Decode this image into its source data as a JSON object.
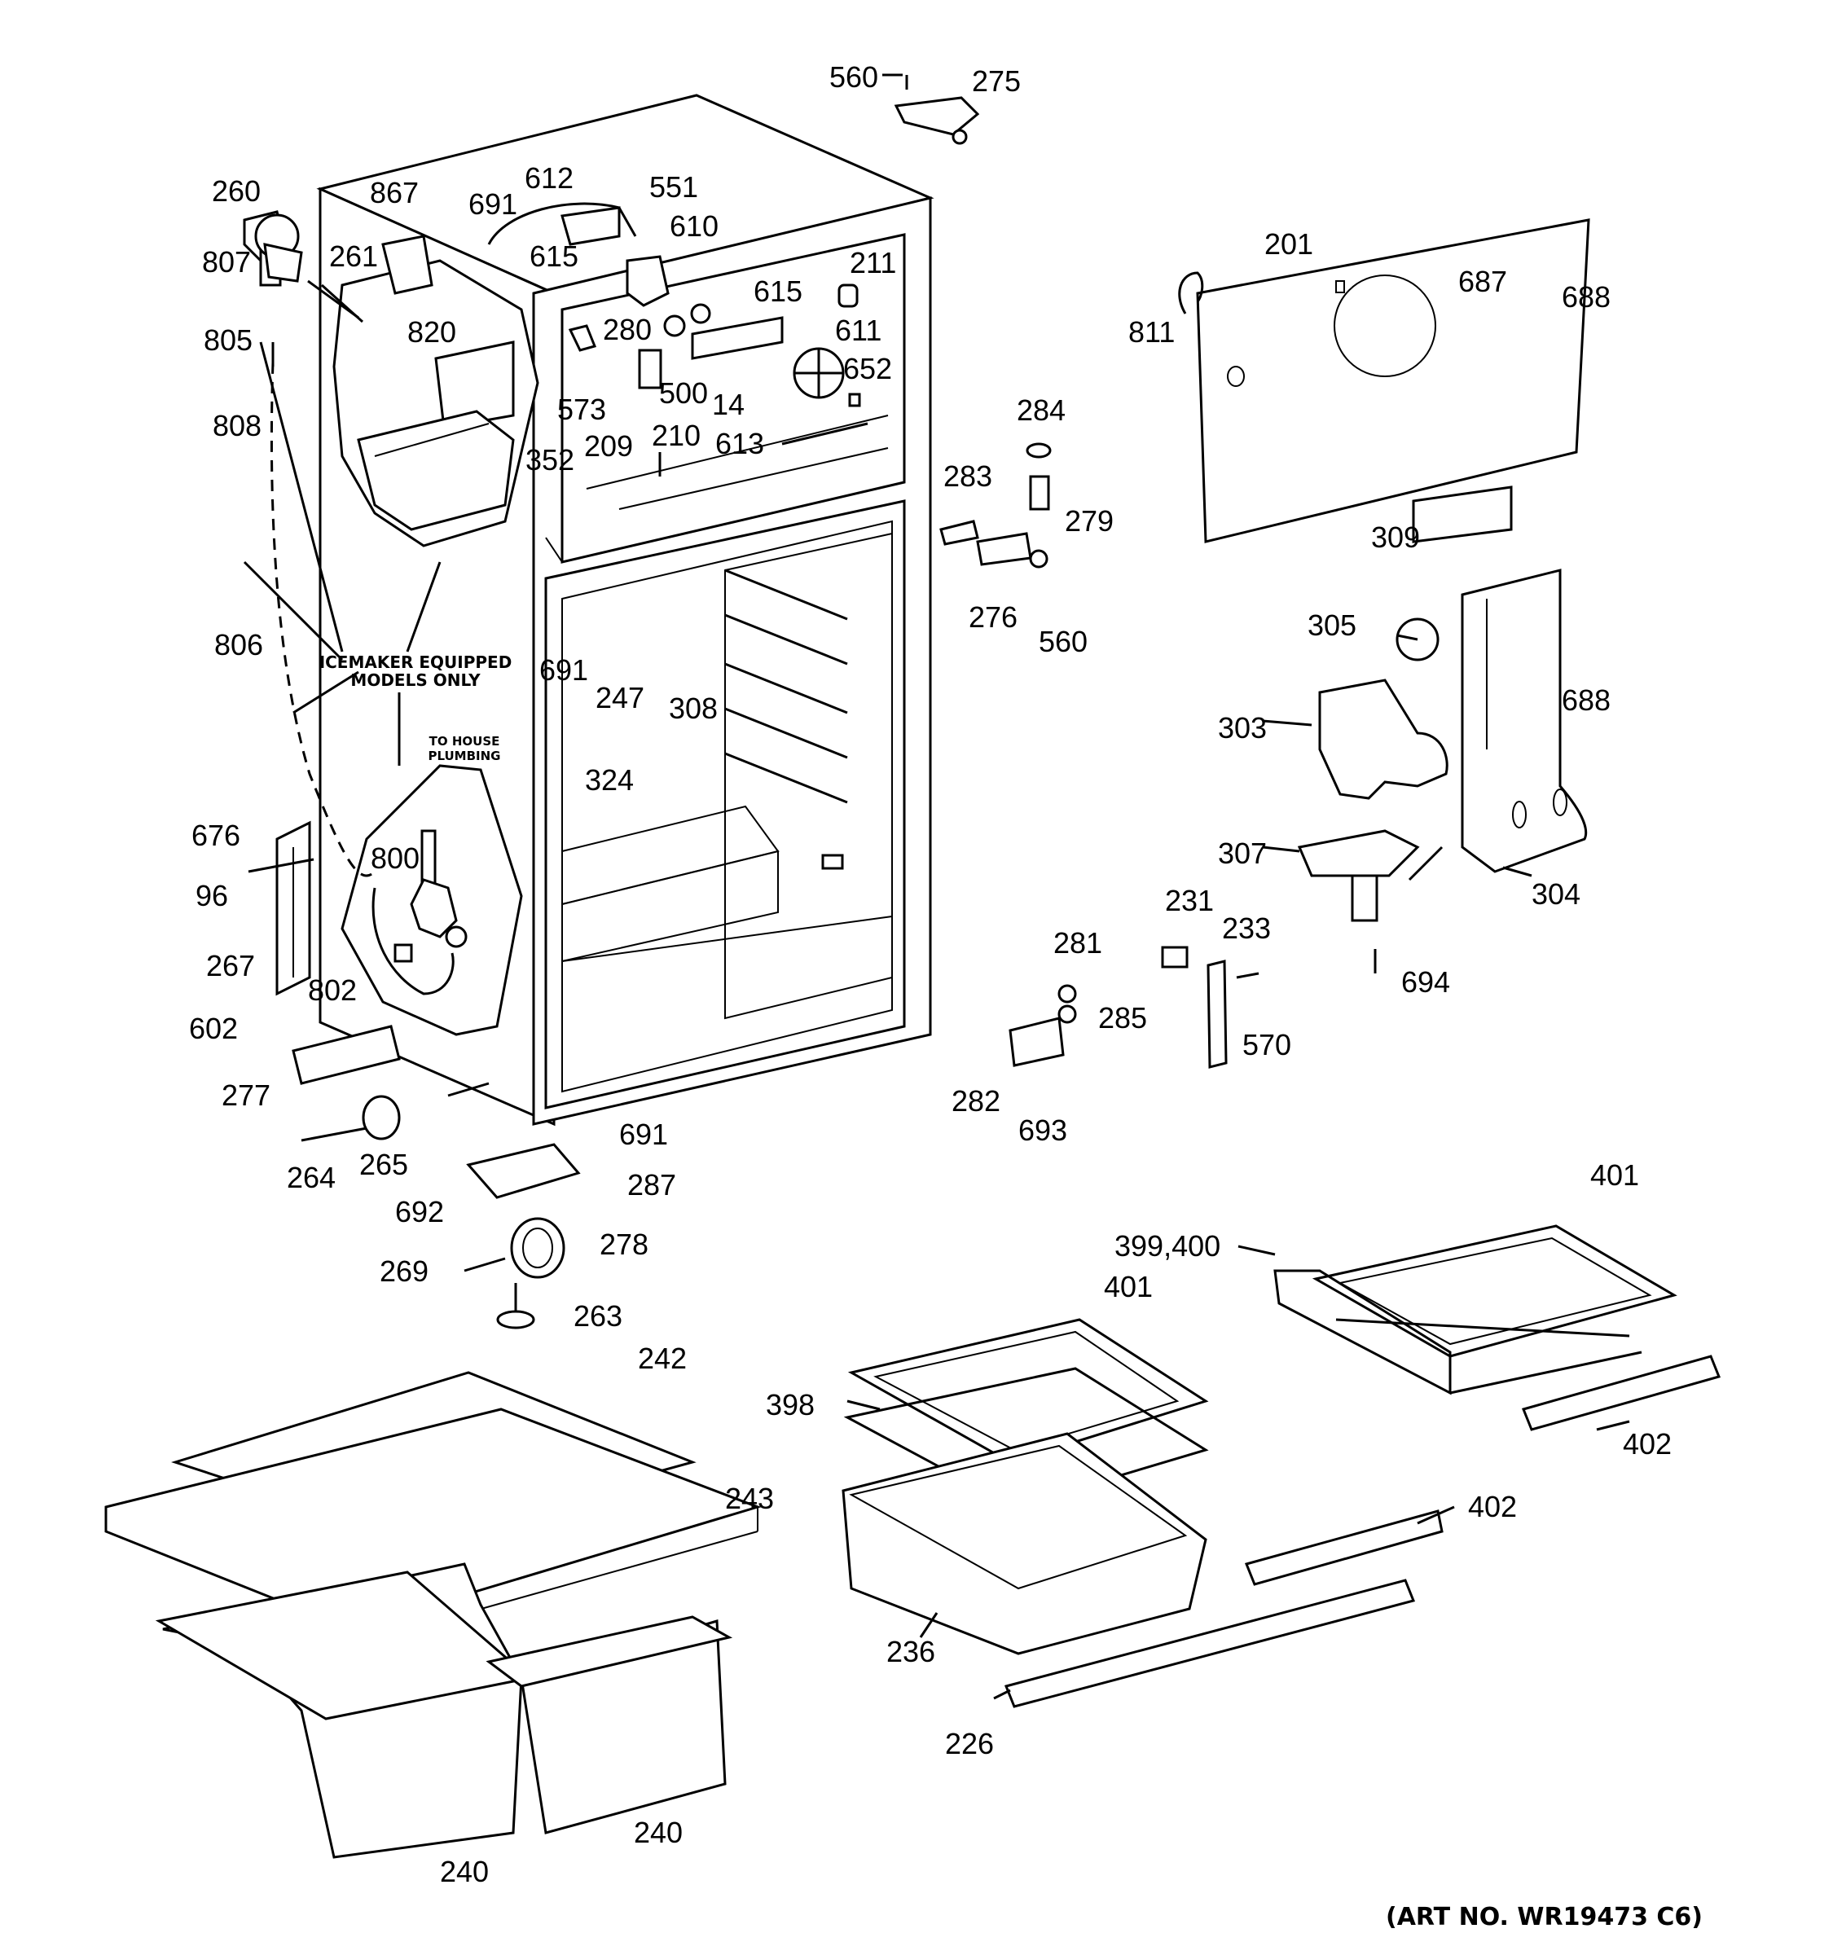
{
  "notes": {
    "icemaker_line1": "ICEMAKER EQUIPPED",
    "icemaker_line2": "MODELS ONLY",
    "plumbing_line1": "TO HOUSE",
    "plumbing_line2": "PLUMBING"
  },
  "art_number": "(ART NO. WR19473 C6)",
  "labels": {
    "p560a": "560",
    "p275": "275",
    "p260": "260",
    "p867": "867",
    "p691a": "691",
    "p612": "612",
    "p551": "551",
    "p610": "610",
    "p615a": "615",
    "p211": "211",
    "p807": "807",
    "p261": "261",
    "p615b": "615",
    "p805": "805",
    "p820": "820",
    "p280": "280",
    "p611": "611",
    "p652": "652",
    "p573": "573",
    "p500": "500",
    "p14": "14",
    "p808": "808",
    "p209": "209",
    "p210": "210",
    "p613": "613",
    "p352": "352",
    "p201": "201",
    "p811": "811",
    "p687": "687",
    "p688a": "688",
    "p284": "284",
    "p283": "283",
    "p279": "279",
    "p309": "309",
    "p276": "276",
    "p560b": "560",
    "p806": "806",
    "p691b": "691",
    "p247": "247",
    "p308": "308",
    "p305": "305",
    "p688b": "688",
    "p303": "303",
    "p324": "324",
    "p676": "676",
    "p800": "800",
    "p96": "96",
    "p307": "307",
    "p304": "304",
    "p267": "267",
    "p231": "231",
    "p233": "233",
    "p802": "802",
    "p281": "281",
    "p694": "694",
    "p602": "602",
    "p285": "285",
    "p570": "570",
    "p277": "277",
    "p282": "282",
    "p691c": "691",
    "p693": "693",
    "p264": "264",
    "p265": "265",
    "p287": "287",
    "p401a": "401",
    "p692": "692",
    "p278": "278",
    "p399": "399,400",
    "p269": "269",
    "p401b": "401",
    "p263": "263",
    "p242": "242",
    "p398": "398",
    "p402a": "402",
    "p243": "243",
    "p402b": "402",
    "p236": "236",
    "p226": "226",
    "p240a": "240",
    "p240b": "240"
  }
}
